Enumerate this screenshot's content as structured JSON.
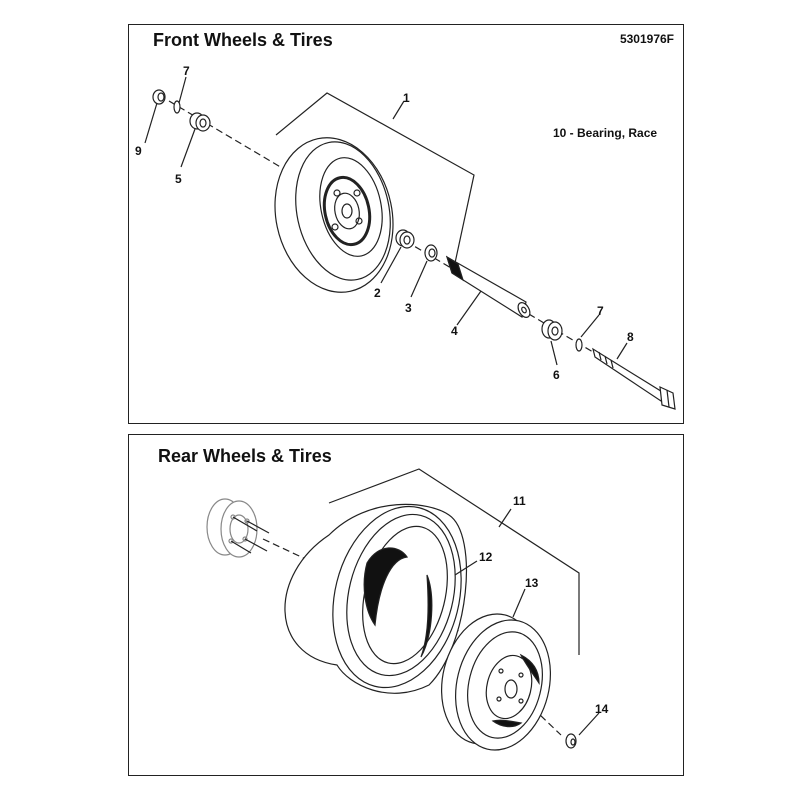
{
  "front": {
    "title": "Front Wheels & Tires",
    "drawing_code": "5301976F",
    "note": "10 - Bearing, Race",
    "callouts": [
      "1",
      "2",
      "3",
      "4",
      "5",
      "6",
      "7",
      "7",
      "8",
      "9"
    ]
  },
  "rear": {
    "title": "Rear Wheels & Tires",
    "callouts": [
      "11",
      "12",
      "13",
      "14"
    ]
  },
  "colors": {
    "line": "#222222",
    "fill": "#ffffff",
    "shade": "#111111"
  }
}
